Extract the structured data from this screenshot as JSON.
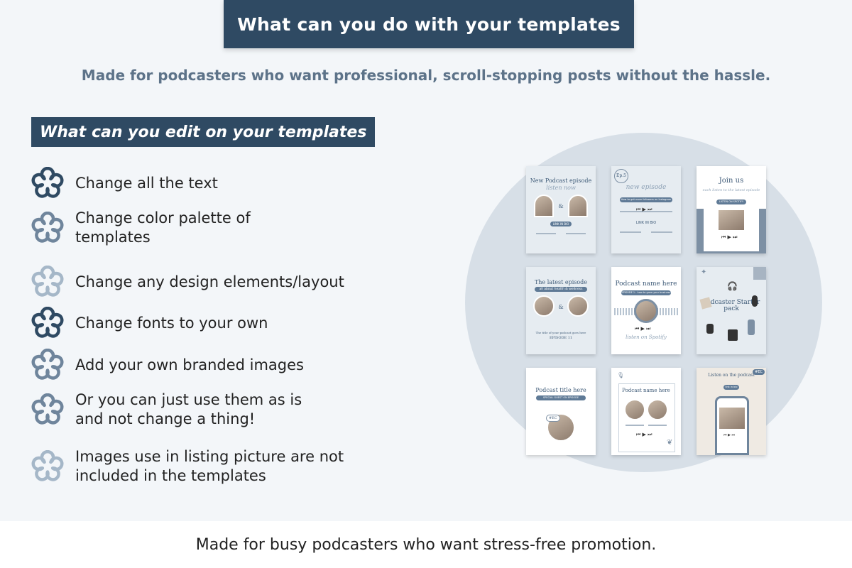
{
  "header": {
    "title": "What can you do with your templates",
    "subtitle": "Made for podcasters who want professional, scroll-stopping posts without the hassle."
  },
  "edit_section": {
    "heading": "What can you edit on your templates",
    "items": [
      {
        "text": "Change all the text",
        "color": "#2f4a63"
      },
      {
        "text": "Change color palette of templates",
        "color": "#6f859c"
      },
      {
        "text": "Change any design elements/layout",
        "color": "#a5b7c8"
      },
      {
        "text": "Change fonts to your own",
        "color": "#2f4a63"
      },
      {
        "text": "Add your own branded images",
        "color": "#6f859c"
      },
      {
        "text": "Or you can just use them as is and not change a thing!",
        "color": "#6f859c"
      },
      {
        "text": "Images use in listing picture are not included in the templates",
        "color": "#a5b7c8"
      }
    ]
  },
  "templates": {
    "card1": {
      "title": "New Podcast episode",
      "script": "listen now",
      "badge": "LINK IN BIO"
    },
    "card2": {
      "badge_ep": "Ep.5",
      "script": "new episode",
      "question": "How to get more followers on Instagram",
      "link": "LINK IN BIO"
    },
    "card3": {
      "title": "Join us",
      "script": "each listen to the latest episode",
      "badge": "LISTEN ON SPOTIFY"
    },
    "card4": {
      "title": "The latest episode",
      "subtitle": "all about health & wellness",
      "caption": "The title of your podcast goes here",
      "episode": "EPISODE 11"
    },
    "card5": {
      "title": "Podcast name here",
      "badge": "EPISODE 1 : how to grow your business",
      "script": "listen on Spotify"
    },
    "card6": {
      "title": "Podcaster Starter pack"
    },
    "card7": {
      "title": "Podcast title here",
      "badge": "SPECIAL GUEST ON EPISODE",
      "tag": "#EC"
    },
    "card8": {
      "title": "Podcast name here"
    },
    "card9": {
      "title": "Listen on the podcast",
      "badge": "link in bio",
      "tag": "#EC"
    }
  },
  "footer": {
    "text": "Made for busy podcasters who want stress-free promotion."
  }
}
